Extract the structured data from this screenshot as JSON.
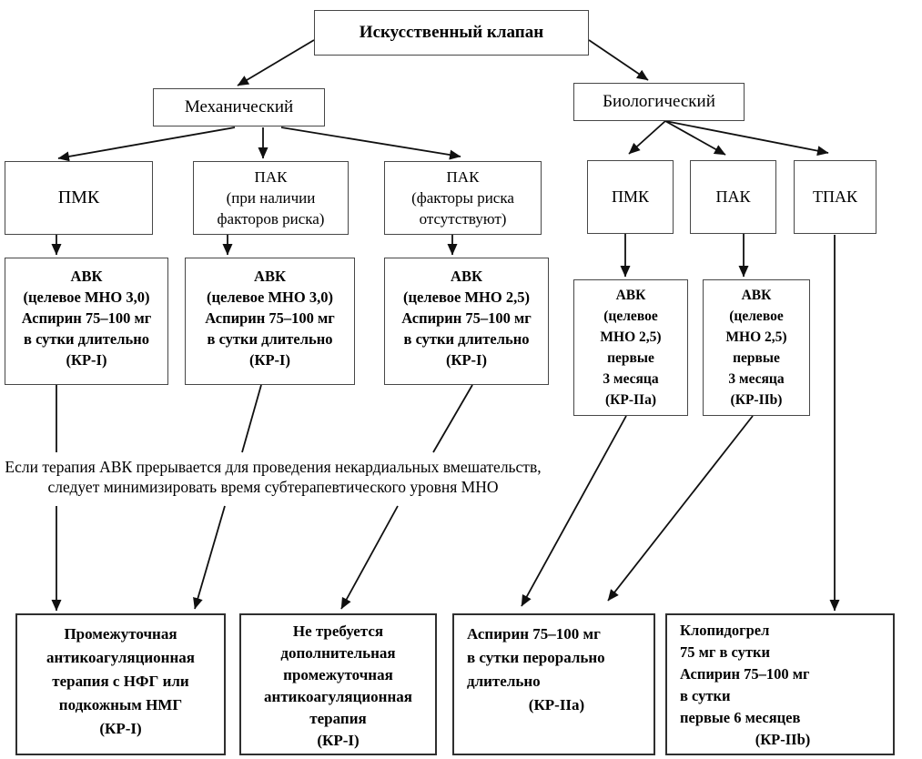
{
  "colors": {
    "canvas": "#ffffff",
    "box_border": "#474747",
    "text": "#000000",
    "arrow": "#101010"
  },
  "root": {
    "label": "Искусственный клапан"
  },
  "level2": {
    "mechanical": "Механический",
    "biological": "Биологический"
  },
  "level3": {
    "pmk_mechanical": "ПМК",
    "pak_with_risk": "ПАК\n(при наличии\nфакторов риска)",
    "pak_no_risk": "ПАК\n(факторы риска\nотсутствуют)",
    "pmk_biological": "ПМК",
    "pak_biological": "ПАК",
    "tpak": "ТПАК"
  },
  "therapy": {
    "avk_mno30_pmk": "АВК\n(целевое МНО 3,0)\nАспирин 75–100 мг\nв сутки длительно\n(КР-I)",
    "avk_mno30_pak": "АВК\n(целевое МНО 3,0)\nАспирин 75–100 мг\nв сутки длительно\n(КР-I)",
    "avk_mno25_pak": "АВК\n(целевое МНО 2,5)\nАспирин 75–100 мг\nв сутки длительно\n(КР-I)",
    "avk_bio_pmk": "АВК\n(целевое\nМНО 2,5)\nпервые\n3 месяца\n(КР-IIa)",
    "avk_bio_pak": "АВК\n(целевое\nМНО 2,5)\nпервые\n3 месяца\n(КР-IIb)"
  },
  "note": "Если терапия АВК прерывается для проведения некардиальных вмешательств,\nследует минимизировать время субтерапевтического уровня МНО",
  "outcomes": {
    "bridging": "Промежуточная\nантикоагуляционная\nтерапия с НФГ или\nподкожным НМГ\n(КР-I)",
    "no_bridging": "Не требуется\nдополнительная\nпромежуточная\nантикоагуляционная\nтерапия\n(КР-I)",
    "aspirin": {
      "text": "Аспирин 75–100 мг\nв сутки перорально\nдлительно",
      "kr": "(КР-IIа)"
    },
    "clopidogrel": {
      "text": "Клопидогрел\n75 мг в сутки\nАспирин 75–100 мг\nв сутки\nпервые 6 месяцев",
      "kr": "(КР-IIb)"
    }
  }
}
